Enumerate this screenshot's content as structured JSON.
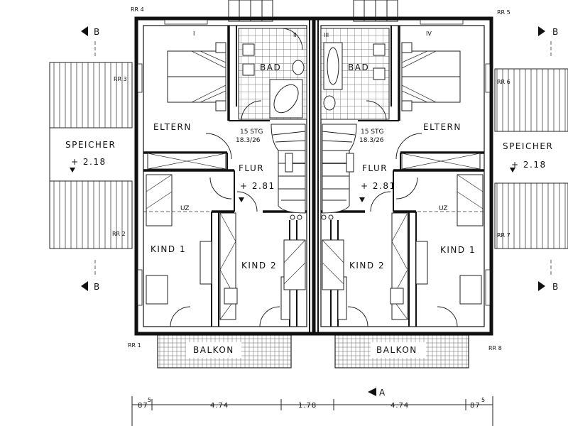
{
  "rooms": {
    "eltern": "ELTERN",
    "bad": "BAD",
    "flur": "FLUR",
    "kind1": "KIND 1",
    "kind2": "KIND 2",
    "balkon": "BALKON",
    "speicher": "SPEICHER",
    "uz": "UZ"
  },
  "levels": {
    "flur": "+ 2.81",
    "speicher": "+ 2.18"
  },
  "stair": {
    "count": "15 STG",
    "ratio": "18.3/26"
  },
  "roof_markers": [
    "RR 1",
    "RR 2",
    "RR 3",
    "RR 4",
    "RR 5",
    "RR 6",
    "RR 7",
    "RR 8"
  ],
  "section_marks": {
    "b": "B",
    "a": "A"
  },
  "roman_numerals": [
    "I",
    "II",
    "III",
    "IV"
  ],
  "dimensions": {
    "edge": "87",
    "edge_sup": "5",
    "unit_width": "4.74",
    "middle": "1.78"
  }
}
